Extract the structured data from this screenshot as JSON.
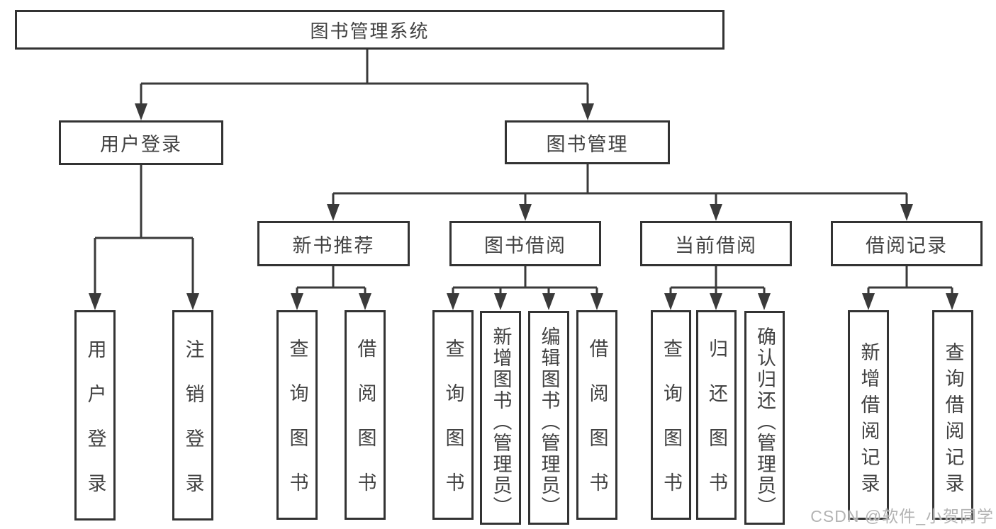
{
  "colors": {
    "background": "#ffffff",
    "border": "#333333",
    "line": "#3a3a3a",
    "text": "#424242",
    "watermark": "#b3b3b3"
  },
  "tree": {
    "root": {
      "label": "图书管理系统"
    },
    "branches": [
      {
        "label": "用户登录",
        "children": [
          {
            "label": "用户登录"
          },
          {
            "label": "注销登录"
          }
        ]
      },
      {
        "label": "图书管理",
        "children": [
          {
            "label": "新书推荐",
            "children": [
              {
                "label": "查询图书"
              },
              {
                "label": "借阅图书"
              }
            ]
          },
          {
            "label": "图书借阅",
            "children": [
              {
                "label": "查询图书"
              },
              {
                "label": "新增图书（管理员）"
              },
              {
                "label": "编辑图书（管理员）"
              },
              {
                "label": "借阅图书"
              }
            ]
          },
          {
            "label": "当前借阅",
            "children": [
              {
                "label": "查询图书"
              },
              {
                "label": "归还图书"
              },
              {
                "label": "确认归还（管理员）"
              }
            ]
          },
          {
            "label": "借阅记录",
            "children": [
              {
                "label": "新增借阅记录"
              },
              {
                "label": "查询借阅记录"
              }
            ]
          }
        ]
      }
    ]
  },
  "watermark": "CSDN @软件_小贺同学"
}
